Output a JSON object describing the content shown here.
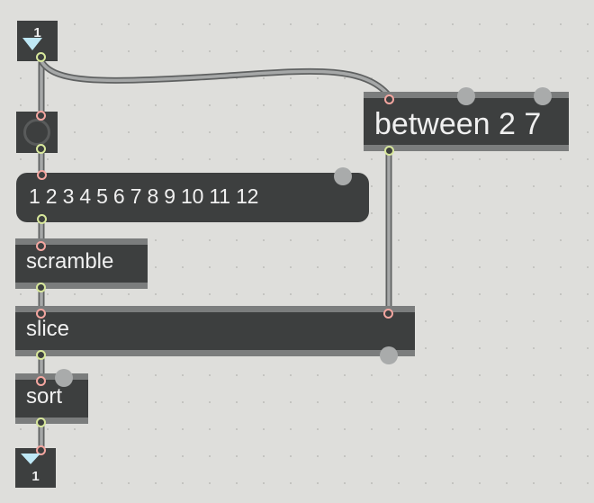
{
  "patcher": {
    "number_top": {
      "value": "1"
    },
    "bang": {
      "icon": "bang-circle-icon"
    },
    "between": {
      "label": "between 2 7"
    },
    "list_message": {
      "label": "1 2 3 4 5 6 7 8 9 10 11 12"
    },
    "scramble": {
      "label": "scramble"
    },
    "slice": {
      "label": "slice"
    },
    "sort": {
      "label": "sort"
    },
    "number_bottom": {
      "value": "1"
    }
  },
  "colors": {
    "background": "#dededb",
    "object_fill": "#3d3f3f",
    "object_border": "#7b7d7d",
    "inlet": "#f4a6a0",
    "outlet": "#d7e79b",
    "patch_cord": "#9a9c9c",
    "text": "#f0f0f0"
  }
}
